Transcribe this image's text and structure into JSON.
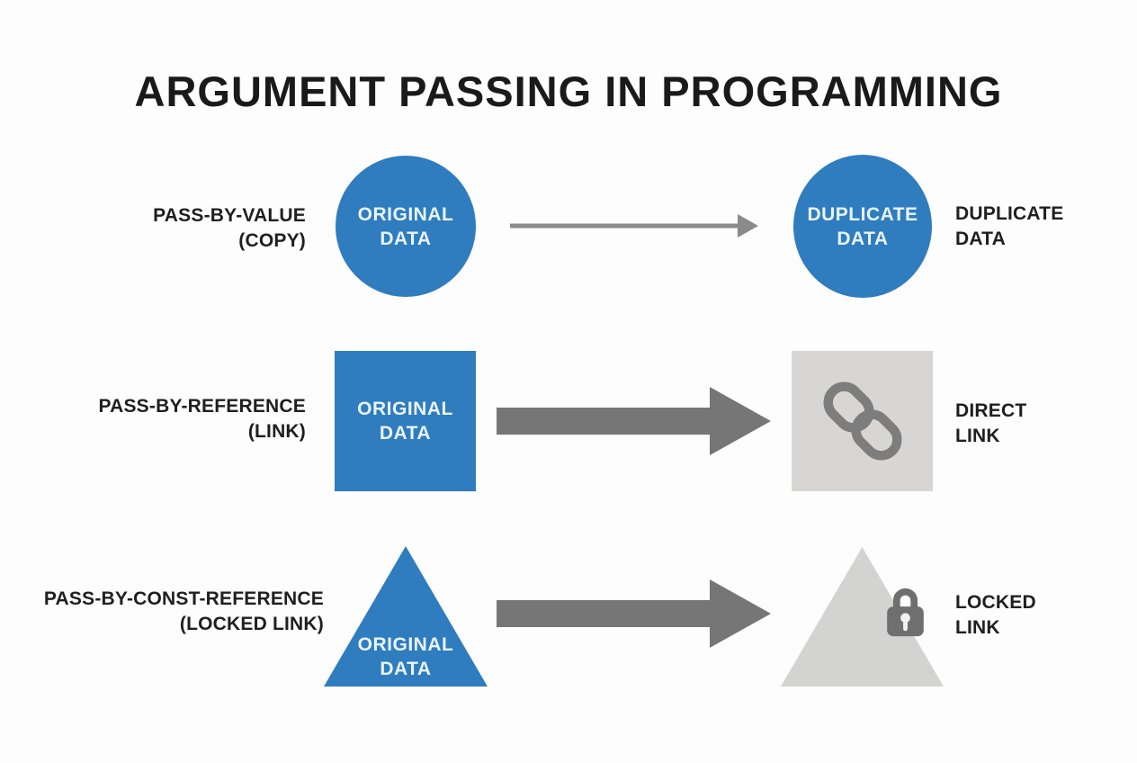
{
  "title": "ARGUMENT PASSING IN PROGRAMMING",
  "colors": {
    "background": "#fdfdfd",
    "title_text": "#1a1a1a",
    "label_text": "#1f1f1f",
    "blue": "#2f7cbe",
    "shape_text": "#e9f4fb",
    "thin_arrow": "#8a8a8a",
    "thick_arrow": "#767676",
    "panel_gray": "#d7d6d4",
    "triangle_gray": "#d3d3d2",
    "chain_icon": "#7d7d7d",
    "lock_icon": "#6f6f6f",
    "keyhole": "#f2f2f2"
  },
  "rows": [
    {
      "label_line1": "PASS-BY-VALUE",
      "label_line2": "(COPY)",
      "source_shape": "circle",
      "source_line1": "ORIGINAL",
      "source_line2": "DATA",
      "arrow_style": "thin",
      "target_shape": "circle",
      "target_line1": "DUPLICATE",
      "target_line2": "DATA",
      "result_line1": "DUPLICATE",
      "result_line2": "DATA"
    },
    {
      "label_line1": "PASS-BY-REFERENCE",
      "label_line2": "(LINK)",
      "source_shape": "square",
      "source_line1": "ORIGINAL",
      "source_line2": "DATA",
      "arrow_style": "thick",
      "target_shape": "square",
      "target_icon": "chain-link-icon",
      "result_line1": "DIRECT",
      "result_line2": "LINK"
    },
    {
      "label_line1": "PASS-BY-CONST-REFERENCE",
      "label_line2": "(LOCKED LINK)",
      "source_shape": "triangle",
      "source_line1": "ORIGINAL",
      "source_line2": "DATA",
      "arrow_style": "thick",
      "target_shape": "triangle",
      "target_icon": "lock-icon",
      "result_line1": "LOCKED",
      "result_line2": "LINK"
    }
  ]
}
